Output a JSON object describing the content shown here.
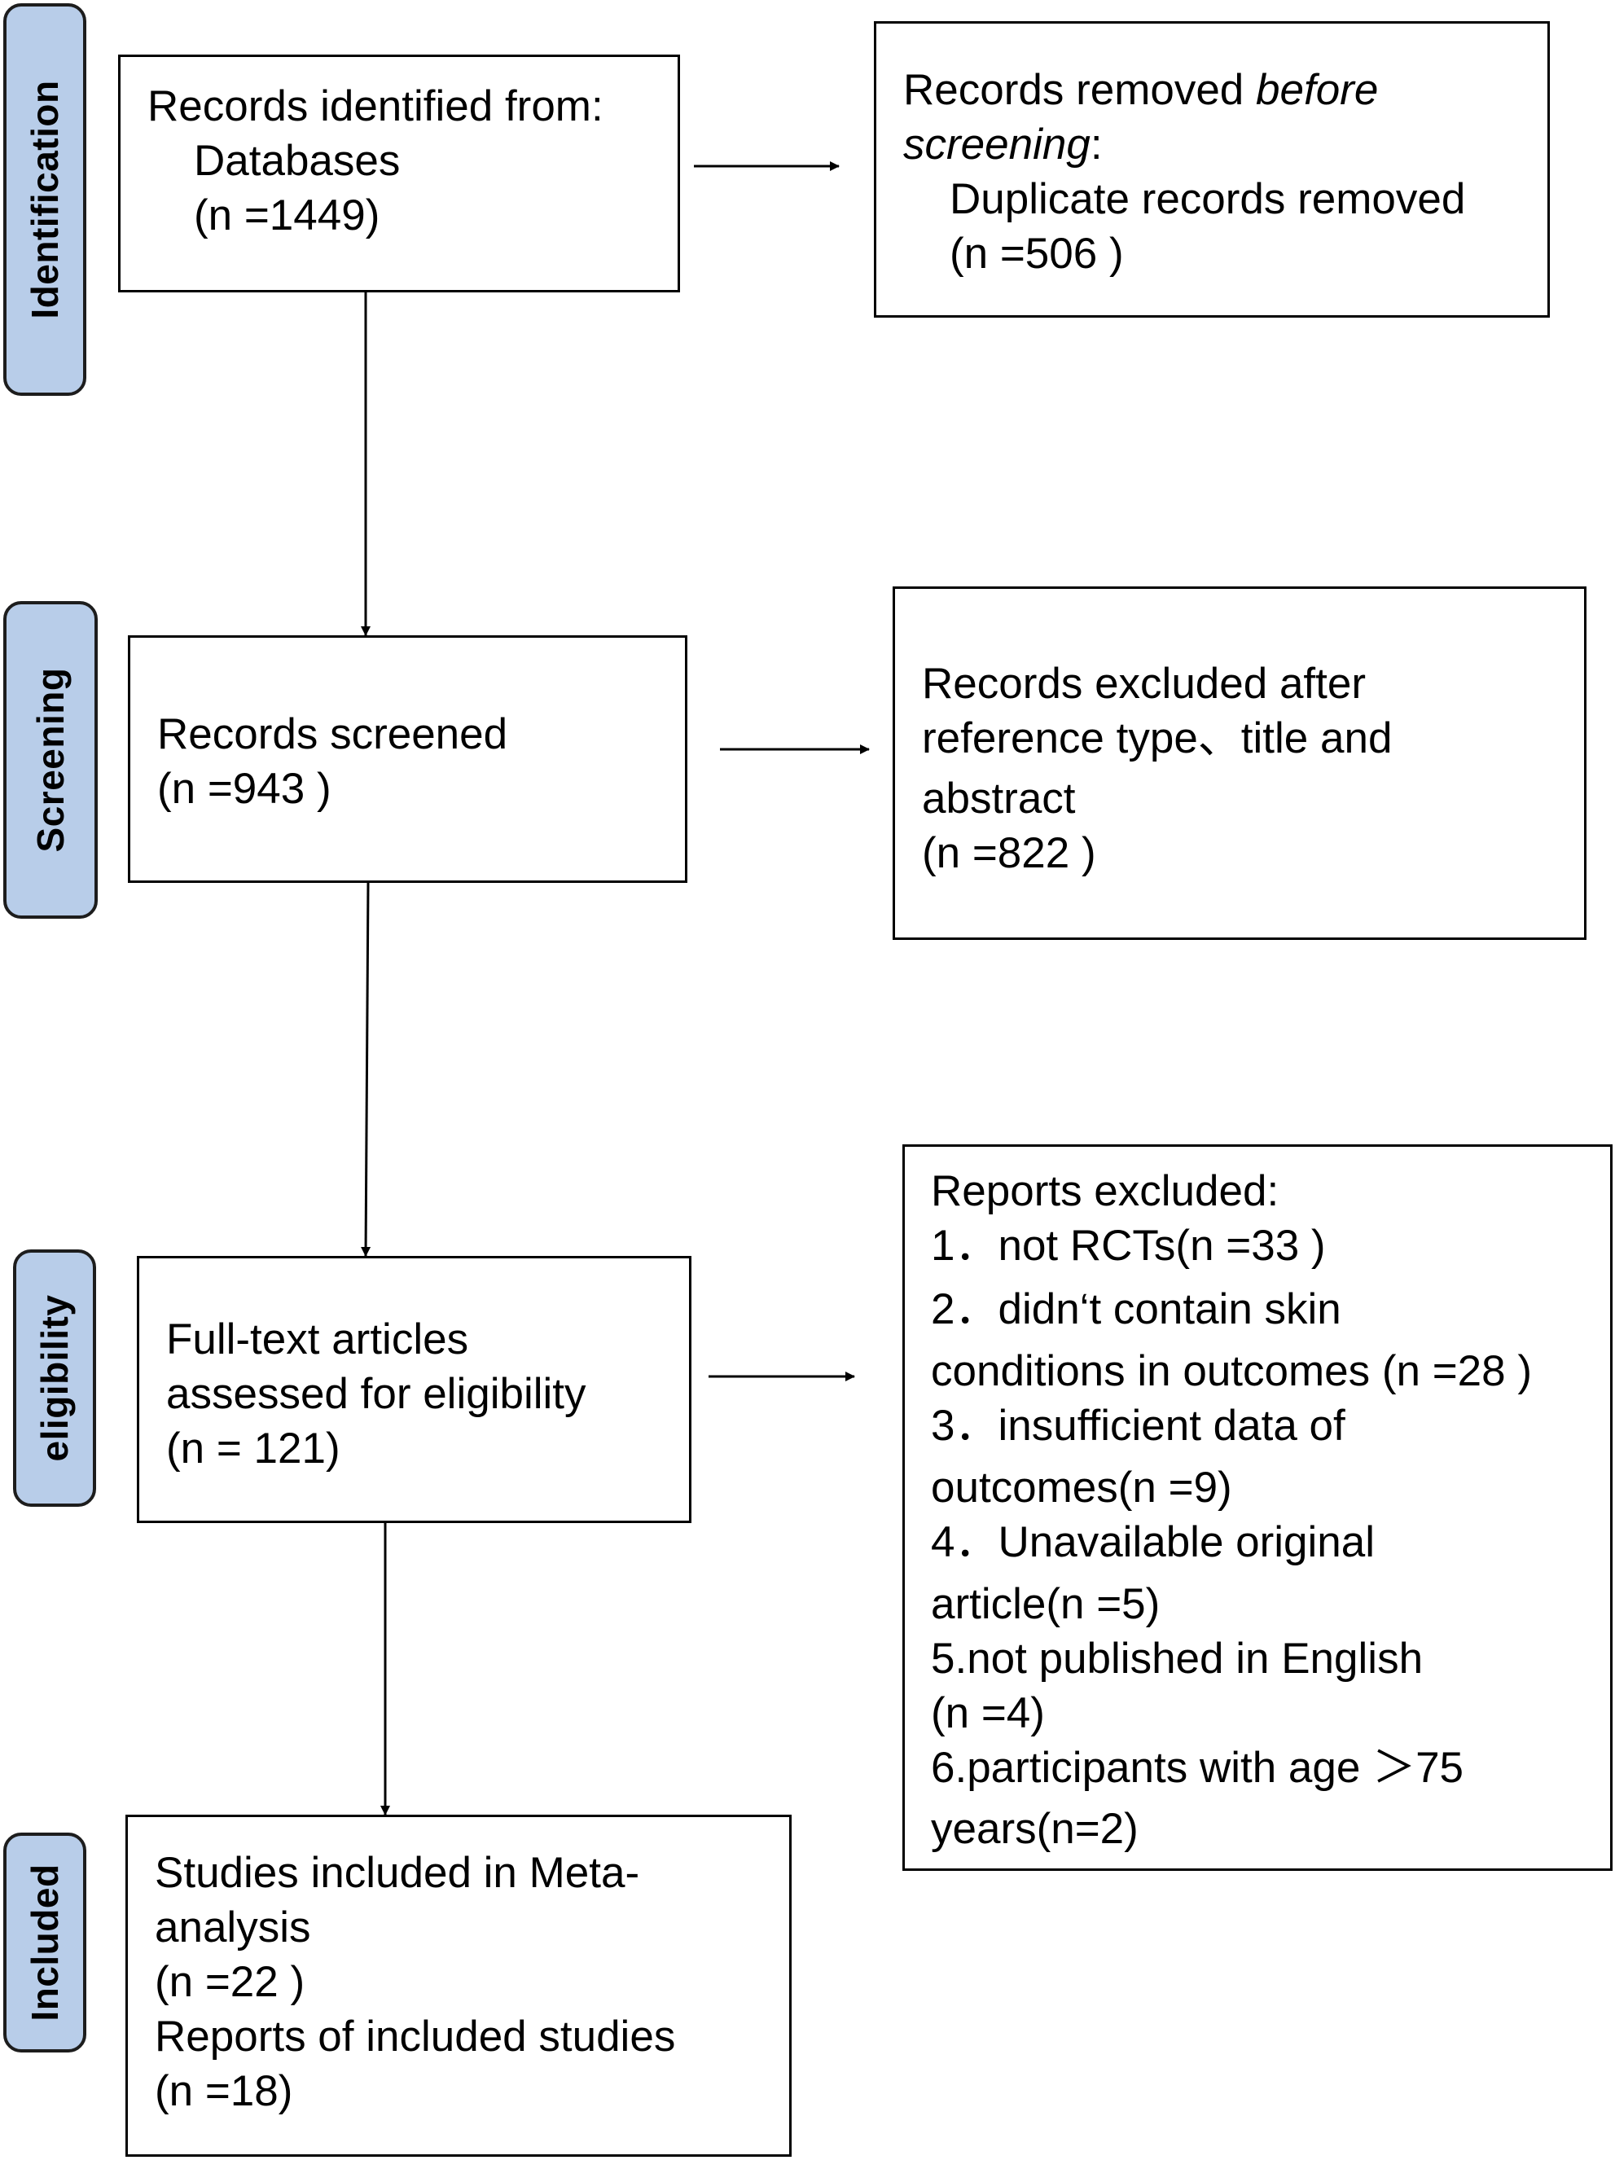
{
  "stages": {
    "identification": "Identification",
    "screening": "Screening",
    "eligibility": "eligibility",
    "included": "Included"
  },
  "identified": {
    "line1": "Records identified from:",
    "line2": "Databases",
    "line3": "(n =1449)"
  },
  "removed": {
    "line1_a": "Records removed ",
    "line1_b": "before",
    "line2_a": "screening",
    "line2_b": ":",
    "line3": "Duplicate records removed",
    "line4": "(n =506 )"
  },
  "screened": {
    "line1": "Records screened",
    "line2": "(n =943 )"
  },
  "excluded_screen": {
    "line1": "Records excluded after",
    "line2": "reference type、title and",
    "line3": "abstract",
    "line4": "(n =822 )"
  },
  "fulltext": {
    "line1": "Full-text articles",
    "line2": "assessed for eligibility",
    "line3": "(n = 121)"
  },
  "reports_excluded": {
    "line1": "Reports excluded:",
    "line2": "1．not RCTs(n =33 )",
    "line3": "2．didn‘t contain skin",
    "line4": "conditions in outcomes (n =28 )",
    "line5": "3．insufficient data of",
    "line6": "outcomes(n =9)",
    "line7": "4．Unavailable original",
    "line8": "article(n =5)",
    "line9": "5.not published in English",
    "line10": "(n =4)",
    "line11": "6.participants with age ＞75",
    "line12": "years(n=2)"
  },
  "included": {
    "line1": "Studies included in Meta-",
    "line2": "analysis",
    "line3": "(n =22 )",
    "line4": "Reports of included studies",
    "line5": "(n =18)"
  },
  "colors": {
    "stage_fill": "#b8cde9",
    "stage_border": "#1d1d1d"
  }
}
